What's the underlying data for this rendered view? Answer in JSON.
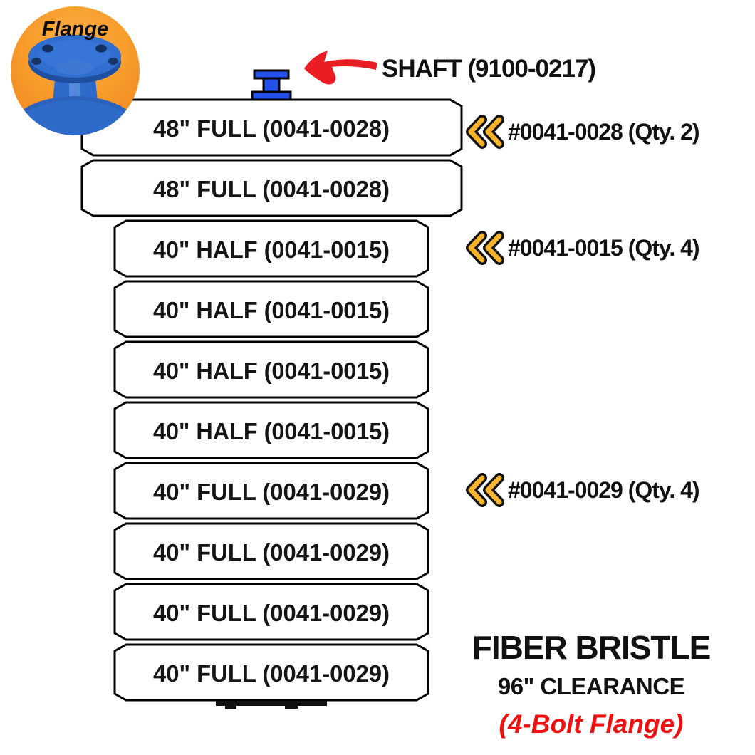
{
  "flange_badge": {
    "label": "Flange"
  },
  "shaft_callout": {
    "label": "SHAFT (9100-0217)"
  },
  "stack": {
    "sections": [
      {
        "label": "48\" FULL (0041-0028)"
      },
      {
        "label": "48\" FULL (0041-0028)"
      },
      {
        "label": "40\" HALF (0041-0015)"
      },
      {
        "label": "40\" HALF (0041-0015)"
      },
      {
        "label": "40\" HALF (0041-0015)"
      },
      {
        "label": "40\" HALF (0041-0015)"
      },
      {
        "label": "40\" FULL (0041-0029)"
      },
      {
        "label": "40\" FULL (0041-0029)"
      },
      {
        "label": "40\" FULL (0041-0029)"
      },
      {
        "label": "40\" FULL (0041-0029)"
      }
    ]
  },
  "callouts": [
    {
      "label": "#0041-0028 (Qty. 2)"
    },
    {
      "label": "#0041-0015 (Qty. 4)"
    },
    {
      "label": "#0041-0029 (Qty. 4)"
    }
  ],
  "footer": {
    "title": "FIBER BRISTLE",
    "clearance": "96\" CLEARANCE",
    "flange_note": "(4-Bolt Flange)"
  },
  "colors": {
    "accent_red": "#ec1c24",
    "note_red": "#ed1111",
    "chevron_gold": "#f7b32b",
    "shaft_blue": "#2350e8",
    "flange_orange": "#f6921e",
    "flange_blue": "#2e6ac9"
  }
}
